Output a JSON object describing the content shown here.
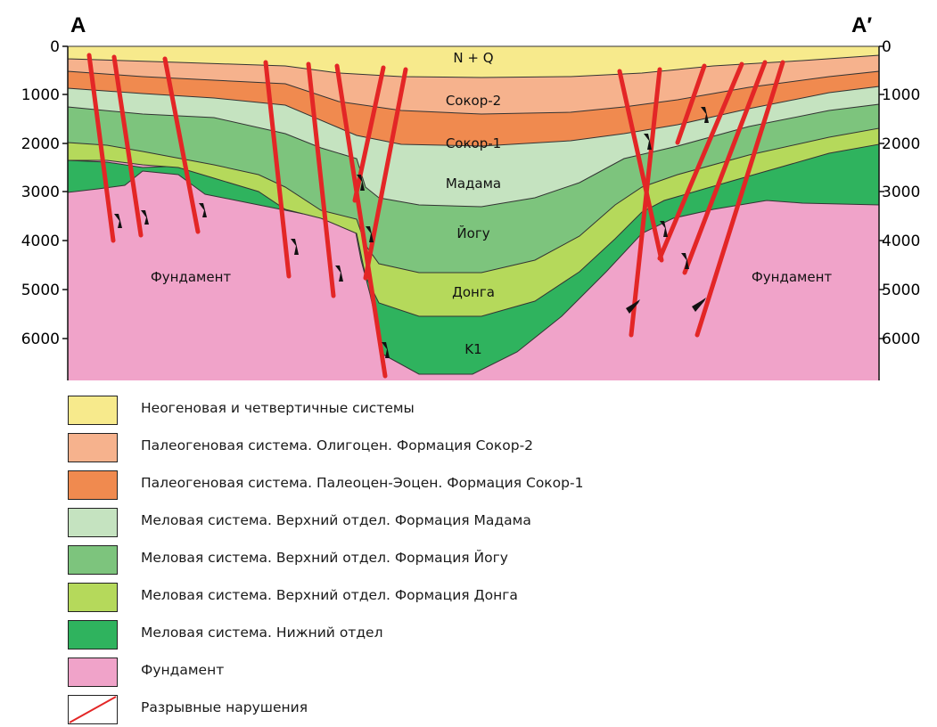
{
  "section": {
    "left_label": "A",
    "right_label": "A′",
    "depth_ticks": [
      "0",
      "1000",
      "2000",
      "3000",
      "4000",
      "5000",
      "6000"
    ],
    "labels": {
      "nq": "N + Q",
      "sokor2": "Сокор-2",
      "sokor1": "Сокор-1",
      "madama": "Мадама",
      "yogu": "Йогу",
      "donga": "Донга",
      "k1": "K1",
      "basement_left": "Фундамент",
      "basement_right": "Фундамент"
    },
    "colors": {
      "nq": "#f7ea8c",
      "sokor2": "#f6b28d",
      "sokor1": "#f08a4f",
      "madama": "#c5e3c0",
      "yogu": "#7dc47d",
      "donga": "#b5d95b",
      "k1": "#2fb35e",
      "basement": "#f0a3c9",
      "fault": "#e32626"
    }
  },
  "legend": [
    {
      "color": "#f7ea8c",
      "label": "Неогеновая и четвертичные системы"
    },
    {
      "color": "#f6b28d",
      "label": "Палеогеновая система. Олигоцен. Формация Сокор-2"
    },
    {
      "color": "#f08a4f",
      "label": "Палеогеновая система. Палеоцен-Эоцен. Формация Сокор-1"
    },
    {
      "color": "#c5e3c0",
      "label": "Меловая система. Верхний отдел. Формация Мадама"
    },
    {
      "color": "#7dc47d",
      "label": "Меловая система. Верхний отдел. Формация Йогу"
    },
    {
      "color": "#b5d95b",
      "label": "Меловая система. Верхний отдел. Формация Донга"
    },
    {
      "color": "#2fb35e",
      "label": "Меловая система. Нижний отдел"
    },
    {
      "color": "#f0a3c9",
      "label": "Фундамент"
    },
    {
      "color": "fault",
      "label": "Разрывные нарушения"
    }
  ]
}
